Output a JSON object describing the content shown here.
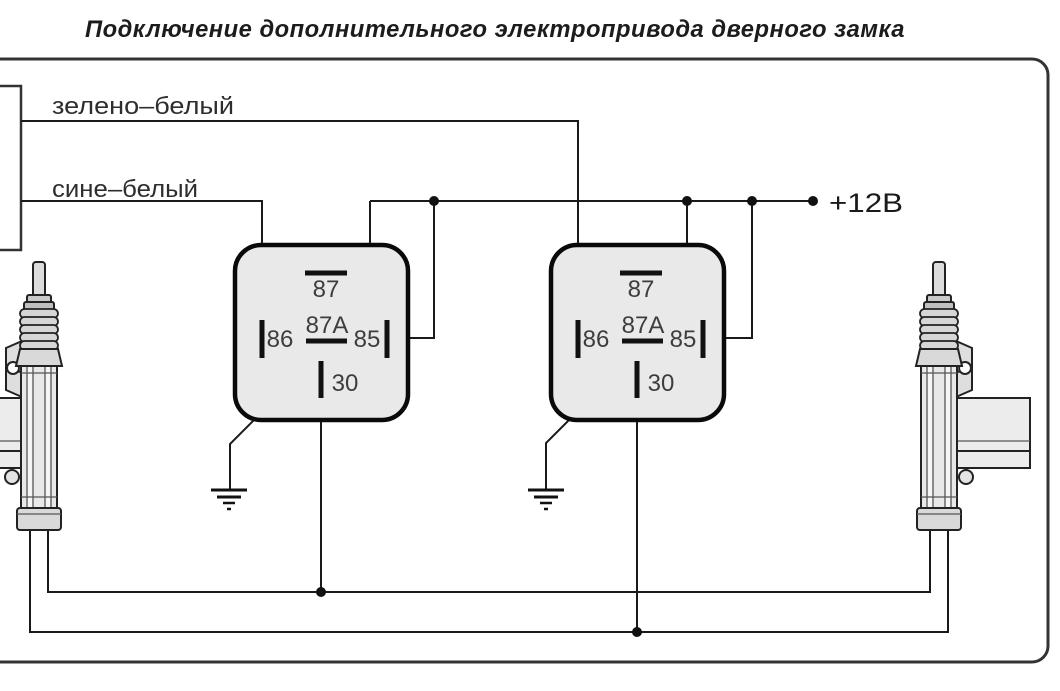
{
  "title": "Подключение дополнительного электропривода дверного замка",
  "wires": {
    "green_white_label": "зелено–белый",
    "blue_white_label": "сине–белый",
    "power_label": "+12В"
  },
  "relays": [
    {
      "id": "relay-1",
      "pin_87": "87",
      "pin_87a": "87A",
      "pin_86": "86",
      "pin_85": "85",
      "pin_30": "30"
    },
    {
      "id": "relay-2",
      "pin_87": "87",
      "pin_87a": "87A",
      "pin_86": "86",
      "pin_85": "85",
      "pin_30": "30"
    }
  ],
  "icons": {
    "ground_left": "ground-icon",
    "ground_right": "ground-icon",
    "actuator_left": "door-lock-actuator",
    "actuator_right": "door-lock-actuator"
  },
  "colors": {
    "background": "#ffffff",
    "line": "#1a1a1a",
    "relay_fill": "#e9e9e9",
    "relay_border": "#0a0a0a",
    "label_text": "#3a3a3a",
    "frame": "#333333"
  }
}
